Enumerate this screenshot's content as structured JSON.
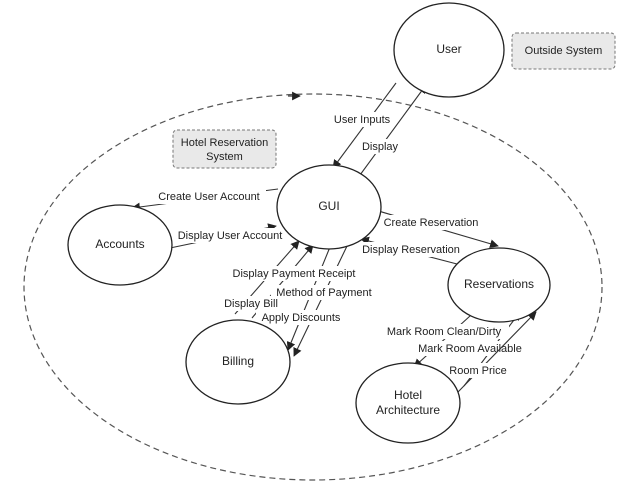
{
  "notes": {
    "outside_system": "Outside System",
    "hotel_system_line1": "Hotel Reservation",
    "hotel_system_line2": "System"
  },
  "nodes": {
    "user": "User",
    "gui": "GUI",
    "accounts": "Accounts",
    "reservations": "Reservations",
    "billing": "Billing",
    "hotel_architecture_line1": "Hotel",
    "hotel_architecture_line2": "Architecture"
  },
  "flows": {
    "user_inputs": "User Inputs",
    "display": "Display",
    "create_user_account": "Create User Account",
    "display_user_account": "Display User Account",
    "create_reservation": "Create Reservation",
    "display_reservation": "Display Reservation",
    "display_payment_receipt": "Display Payment Receipt",
    "method_of_payment": "Method of Payment",
    "display_bill": "Display Bill",
    "apply_discounts": "Apply Discounts",
    "mark_room_clean_dirty": "Mark Room Clean/Dirty",
    "mark_room_available": "Mark Room Available",
    "room_price": "Room Price"
  }
}
